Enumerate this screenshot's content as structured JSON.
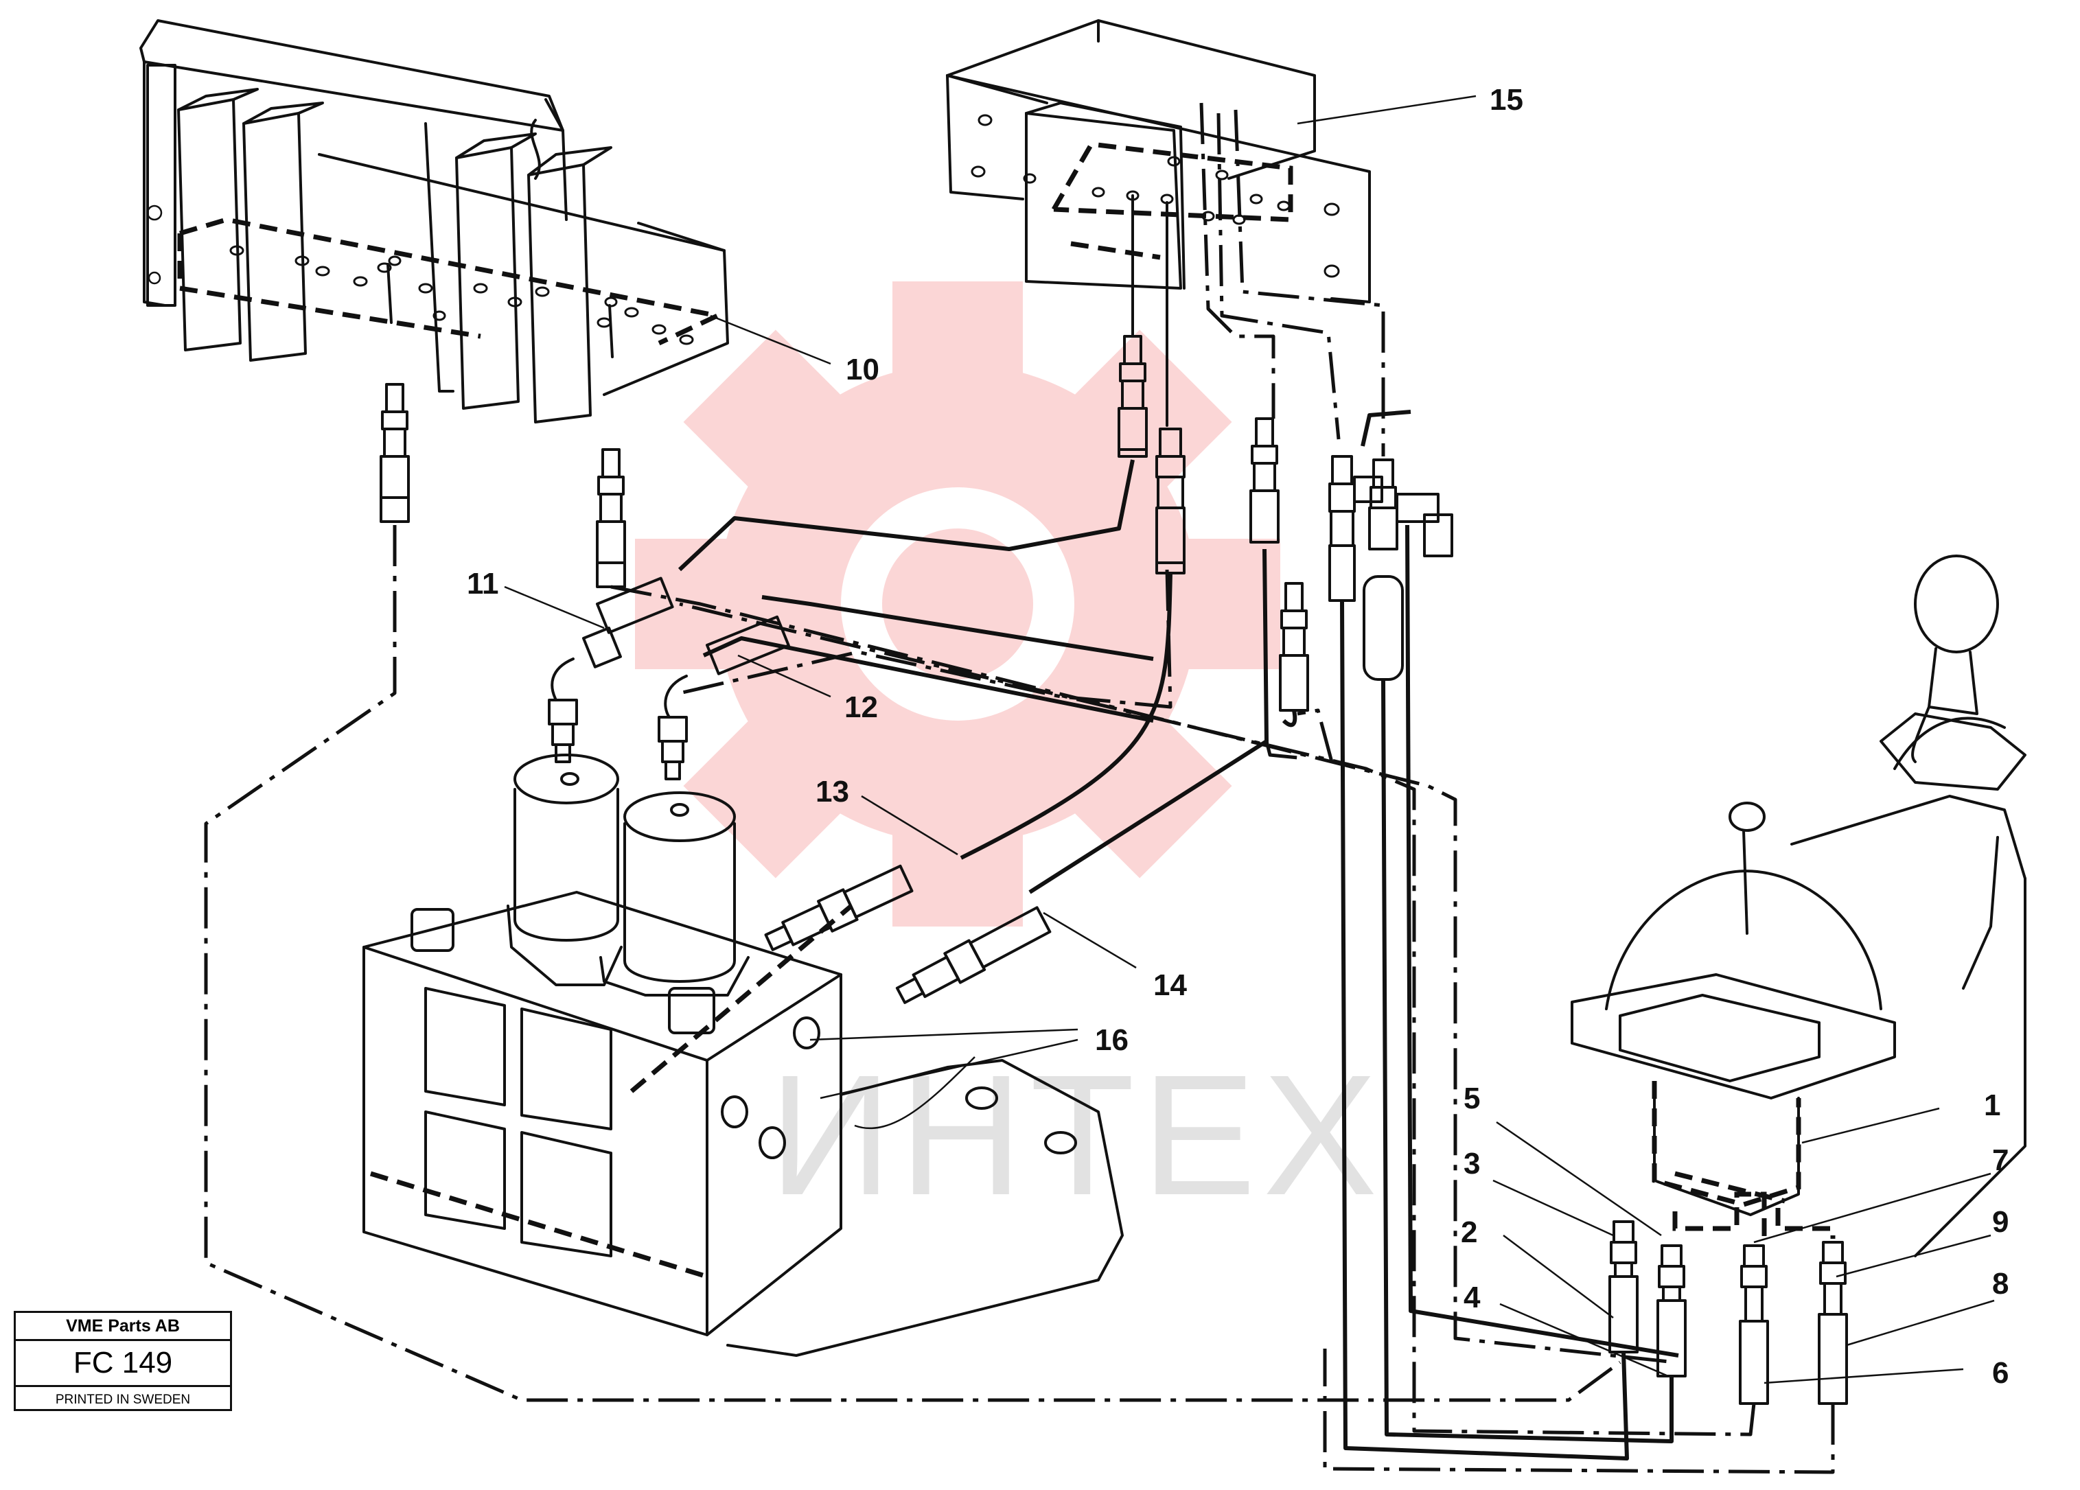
{
  "callouts": [
    "1",
    "2",
    "3",
    "4",
    "5",
    "6",
    "7",
    "8",
    "9",
    "10",
    "11",
    "12",
    "13",
    "14",
    "15",
    "16"
  ],
  "watermark": "ИНТЕХ",
  "titleblock": {
    "company": "VME Parts AB",
    "code": "FC 149",
    "note": "PRINTED IN SWEDEN"
  },
  "colors": {
    "line": "#111111",
    "watermark_gear": "#f04b4b",
    "watermark_text": "#9a9a9a"
  }
}
